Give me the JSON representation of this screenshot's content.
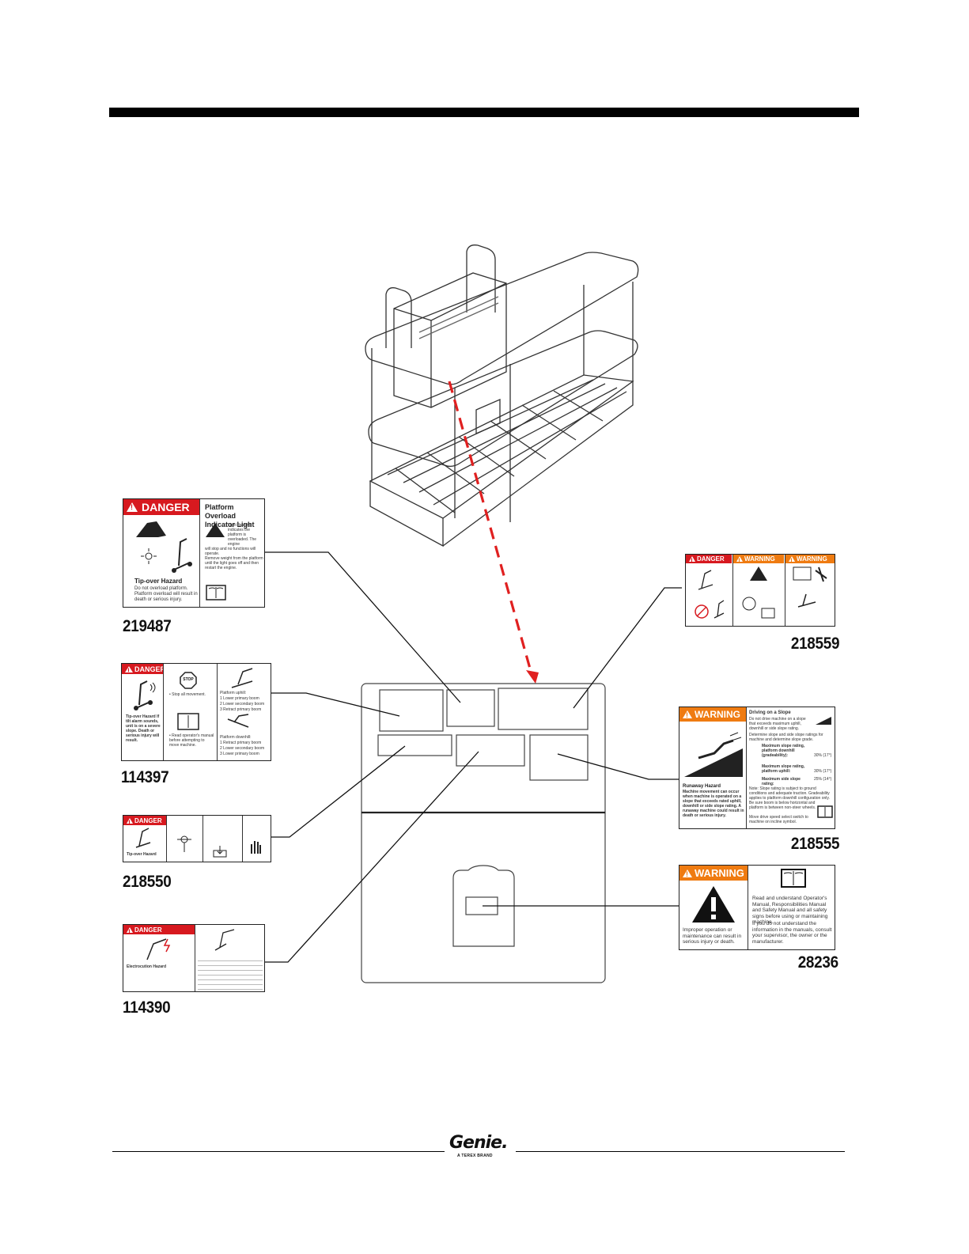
{
  "decals": {
    "d219487": {
      "part": "219487",
      "header": "DANGER",
      "title": "Platform Overload Indicator Light",
      "light_text": "Light flashing indicates the platform is overloaded. The engine",
      "stop_text": "will stop and no functions will operate.",
      "remove_text": "Remove weight from the platform until the light goes off and then restart the engine.",
      "hazard": "Tip-over Hazard",
      "hazard_text": "Do not overload platform. Platform overload will result in death or serious injury."
    },
    "d114397": {
      "part": "114397",
      "header": "DANGER",
      "stop_sign": "STOP",
      "stop_text": "• Stop all movement.",
      "read_text": "• Read operator's manual before attempting to move machine.",
      "hazard": "Tip-over Hazard If tilt alarm sounds, unit is on a severe slope. Death or serious injury will result.",
      "uphill_title": "Platform uphill:",
      "uphill": [
        "1  Lower primary boom",
        "2  Lower secondary boom",
        "3  Retract primary boom"
      ],
      "downhill_title": "Platform downhill:",
      "downhill": [
        "1  Retract primary boom",
        "2  Lower secondary boom",
        "3  Lower primary boom"
      ]
    },
    "d218550": {
      "part": "218550",
      "header": "DANGER",
      "hazard": "Tip-over Hazard"
    },
    "d114390": {
      "part": "114390",
      "header": "DANGER",
      "hazard": "Electrocution Hazard"
    },
    "d218559": {
      "part": "218559",
      "headers": [
        "DANGER",
        "WARNING",
        "WARNING"
      ]
    },
    "d218555": {
      "part": "218555",
      "header": "WARNING",
      "title": "Driving on a Slope",
      "intro": "Do not drive machine on a slope that exceeds maximum uphill, downhill or side slope rating.",
      "determine": "Determine slope and side slope ratings for machine and determine slope grade.",
      "rows": [
        {
          "label": "Maximum slope rating, platform downhill (gradeability):",
          "value": "30% (17°)"
        },
        {
          "label": "Maximum slope rating, platform uphill:",
          "value": "30% (17°)"
        },
        {
          "label": "Maximum side slope rating:",
          "value": "25% (14°)"
        }
      ],
      "note": "Note: Slope rating is subject to ground conditions and adequate traction. Gradeability applies to platform downhill configuration only.",
      "be_sure": "Be sure boom is below horizontal and platform is between non-steer wheels.",
      "move": "Move drive speed select switch to machine on incline symbol.",
      "hazard": "Runaway Hazard",
      "hazard_text": "Machine movement can occur when machine is operated on a slope that exceeds rated uphill, downhill or side slope rating. A runaway machine could result in death or serious injury."
    },
    "d28236": {
      "part": "28236",
      "header": "WARNING",
      "left_text": "Improper operation or maintenance can result in serious injury or death.",
      "right_text": "Read and understand Operator's Manual, Responsibilities Manual and Safety Manual and all safety signs before using or maintaining machine.",
      "right_text2": "If you do not understand the information in the manuals, consult your supervisor, the owner or the manufacturer."
    }
  },
  "logo": {
    "brand": "Genie.",
    "tagline": "A TEREX BRAND"
  },
  "colors": {
    "danger": "#d7191f",
    "warning": "#ef7b11",
    "leader_red": "#e02020"
  }
}
